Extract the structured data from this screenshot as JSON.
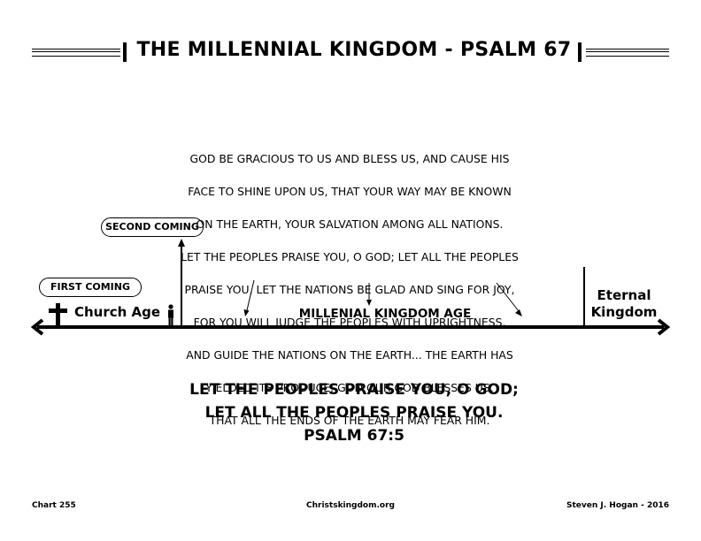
{
  "title": "THE MILLENNIAL KINGDOM - PSALM 67",
  "verse_lines": [
    "GOD BE GRACIOUS TO US AND BLESS US, AND CAUSE HIS",
    "FACE TO SHINE UPON US, THAT YOUR WAY MAY BE KNOWN",
    "ON THE EARTH, YOUR SALVATION AMONG ALL NATIONS.",
    "LET THE PEOPLES PRAISE YOU, O GOD; LET ALL THE PEOPLES",
    "PRAISE YOU, LET THE NATIONS BE GLAD AND SING FOR JOY,",
    "FOR YOU WILL JUDGE THE PEOPLES WITH UPRIGHTNESS,",
    "AND GUIDE THE NATIONS ON THE EARTH... THE EARTH HAS",
    "YIELDED ITS PRODUCE; GOD OUR GOD BLESSES US,",
    "THAT ALL THE ENDS OF THE EARTH MAY FEAR HIM."
  ],
  "timeline": {
    "first_coming": "FIRST COMING",
    "second_coming": "SECOND COMING",
    "church_age": "Church Age",
    "millennial_age": "MILLENIAL KINGDOM AGE",
    "eternal_line1": "Eternal",
    "eternal_line2": "Kingdom",
    "icons": [
      "cross-icon",
      "person-icon"
    ]
  },
  "quote": {
    "line1": "LET THE PEOPLES PRAISE YOU, O GOD;",
    "line2": "LET ALL THE PEOPLES PRAISE YOU.",
    "reference": "PSALM 67:5"
  },
  "footer": {
    "chart_number": "Chart 255",
    "website": "Christskingdom.org",
    "author": "Steven J. Hogan - 2016"
  }
}
